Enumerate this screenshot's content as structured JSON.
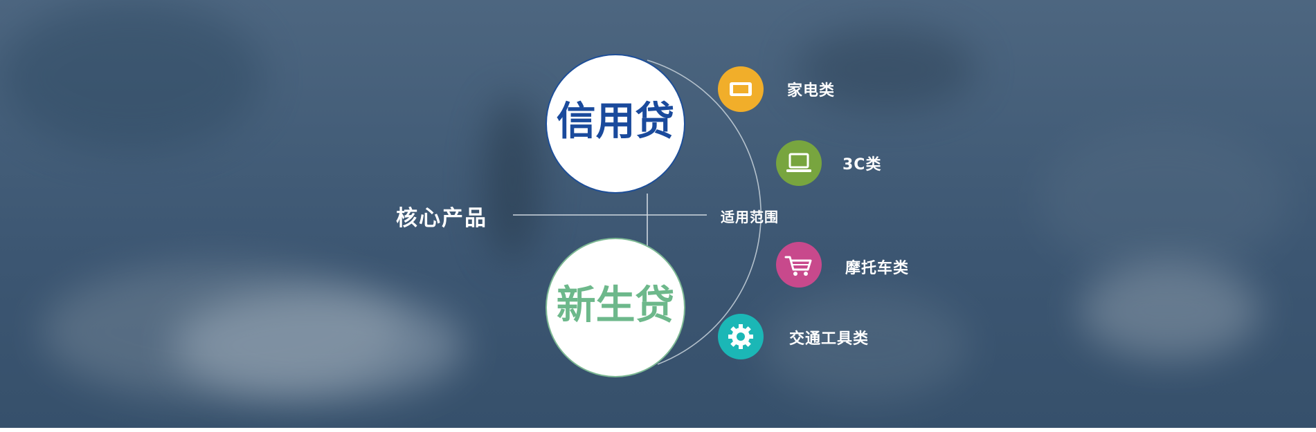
{
  "heading": {
    "core_products": "核心产品",
    "scope": "适用范围"
  },
  "products": [
    {
      "name": "信用贷",
      "color": "#1a4a9c",
      "border": "#1d4e98"
    },
    {
      "name": "新生贷",
      "color": "#6db88b",
      "border": "#7cb893"
    }
  ],
  "categories": [
    {
      "label": "家电类",
      "icon": "tv-icon",
      "color": "#f1ae2a"
    },
    {
      "label": "3C类",
      "icon": "laptop-icon",
      "color": "#78a53f"
    },
    {
      "label": "摩托车类",
      "icon": "shopping-cart-icon",
      "color": "#c8498c"
    },
    {
      "label": "交通工具类",
      "icon": "gear-icon",
      "color": "#1bb7b6"
    }
  ]
}
